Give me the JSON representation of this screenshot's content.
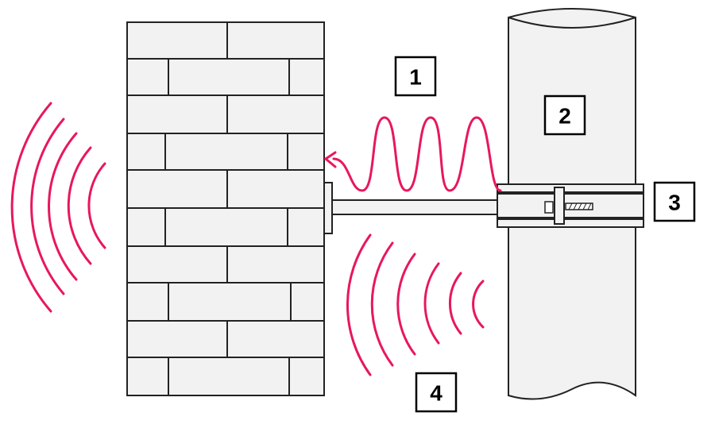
{
  "diagram": {
    "colors": {
      "wave": "#e8175d",
      "outline": "#222222",
      "fill": "#f2f2f2"
    },
    "labels": [
      {
        "id": "label-1",
        "text": "1"
      },
      {
        "id": "label-2",
        "text": "2"
      },
      {
        "id": "label-3",
        "text": "3"
      },
      {
        "id": "label-4",
        "text": "4"
      }
    ],
    "parts": {
      "wall": "brick-wall",
      "pipe": "vertical-pipe",
      "clamp": "pipe-clamp",
      "rod": "mounting-rod",
      "vibration": "structure-borne-vibration",
      "airborne": "airborne-sound",
      "radiated": "radiated-sound"
    }
  }
}
